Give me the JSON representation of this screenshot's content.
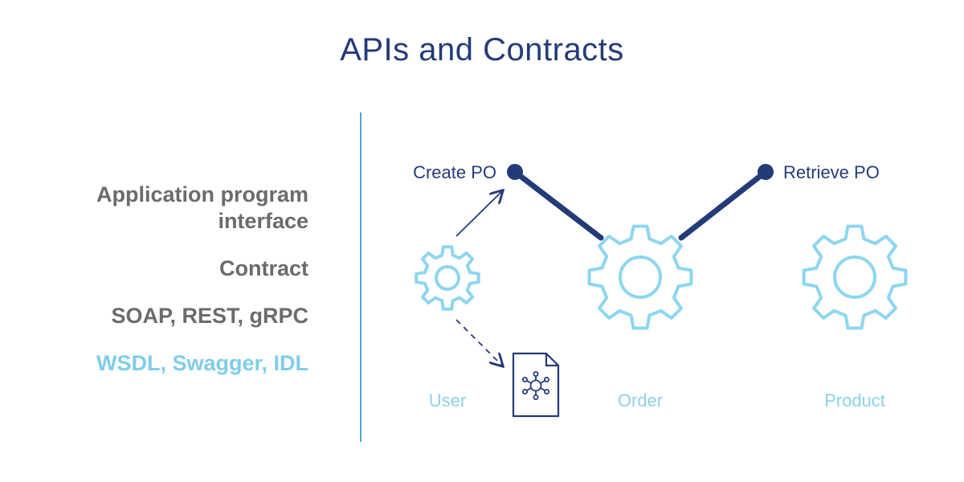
{
  "title": "APIs and Contracts",
  "terms": [
    {
      "line1": "Application program",
      "line2": "interface"
    },
    {
      "line1": "Contract"
    },
    {
      "line1": "SOAP, REST, gRPC"
    },
    {
      "line1": "WSDL, Swagger, IDL"
    }
  ],
  "diagram": {
    "endpoints": {
      "create": "Create PO",
      "retrieve": "Retrieve PO"
    },
    "services": {
      "user": "User",
      "order": "Order",
      "product": "Product"
    },
    "icons": [
      "gear-icon",
      "document-network-icon"
    ]
  },
  "colors": {
    "navy": "#243b7a",
    "light_blue": "#8dd6f0",
    "gray": "#6b6b6b",
    "divider": "#4aa8d0"
  }
}
